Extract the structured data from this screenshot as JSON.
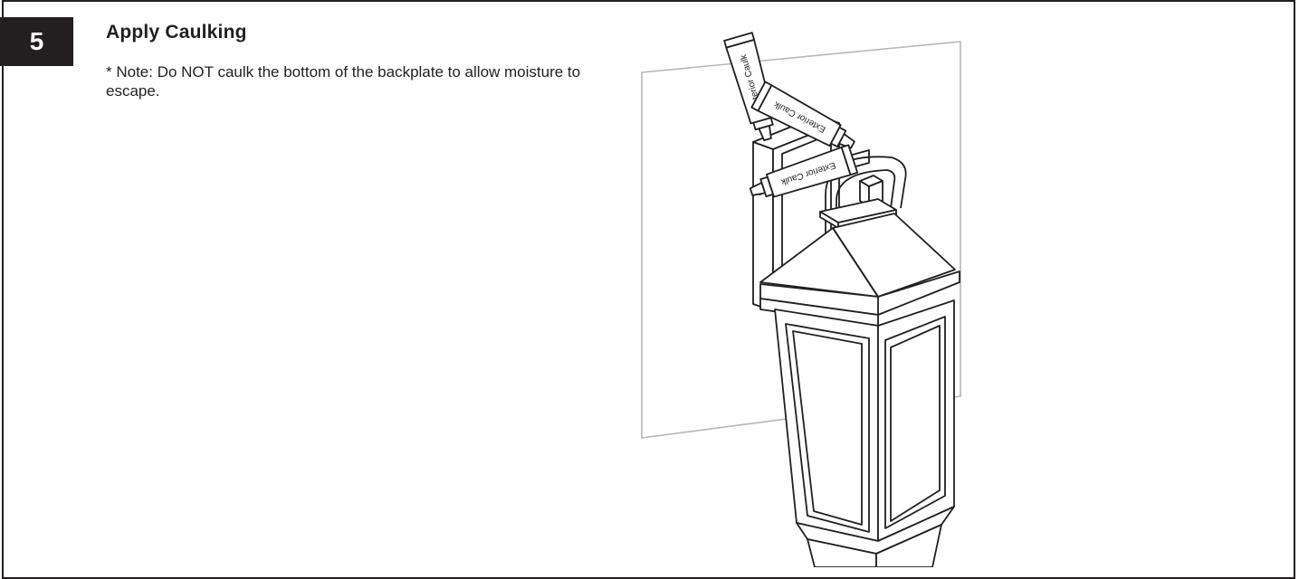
{
  "step": {
    "number": "5",
    "title": "Apply Caulking",
    "note": "* Note: Do NOT caulk the bottom of the backplate to allow moisture to escape."
  },
  "illustration": {
    "caulk_label": "Exterior Caulk",
    "tubes": [
      {
        "label": "Exterior Caulk"
      },
      {
        "label": "Exterior Caulk"
      },
      {
        "label": "Exterior Caulk"
      }
    ],
    "icons": [
      "wall-panel-icon",
      "lantern-icon",
      "caulk-tube-icon"
    ]
  }
}
